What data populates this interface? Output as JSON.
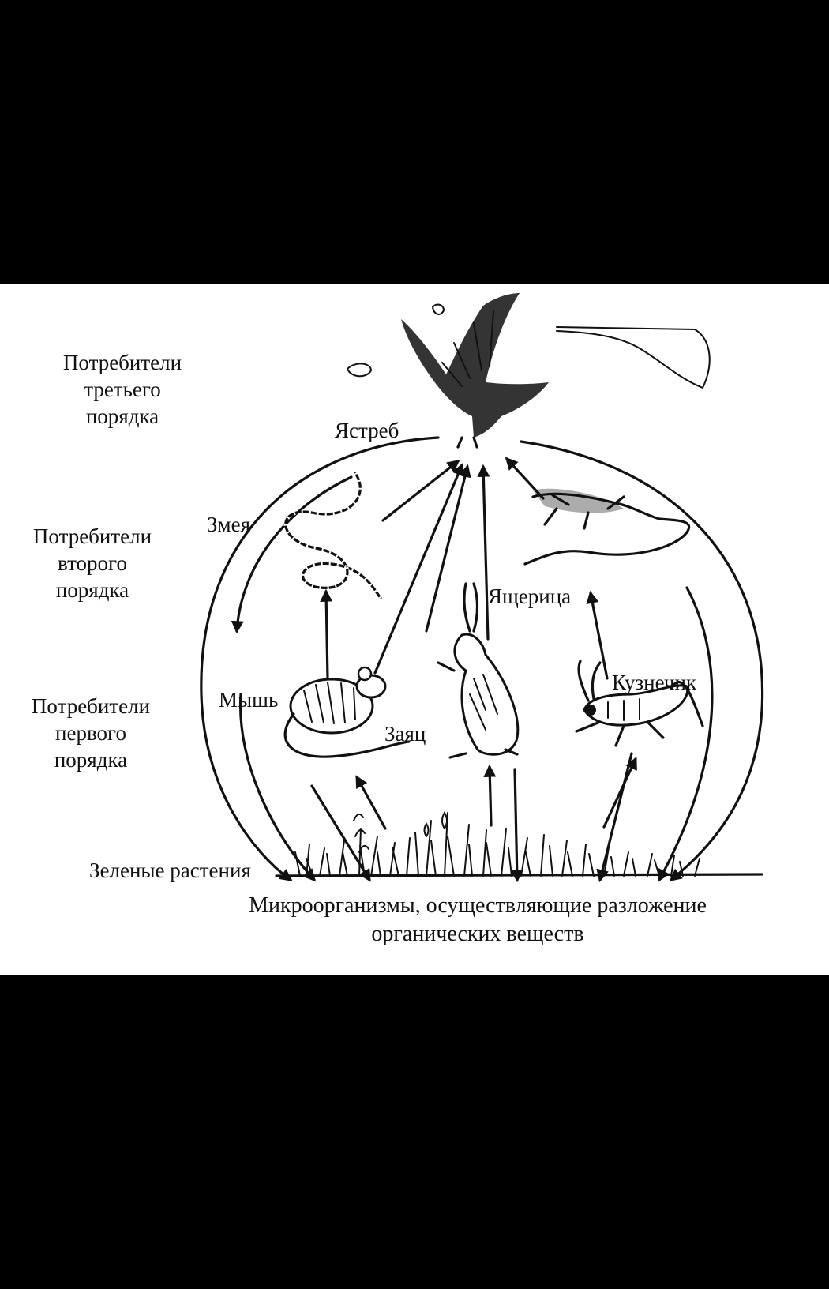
{
  "levels": {
    "third": [
      "Потребители",
      "третьего",
      "порядка"
    ],
    "second": [
      "Потребители",
      "второго",
      "порядка"
    ],
    "first": [
      "Потребители",
      "первого",
      "порядка"
    ]
  },
  "animals": {
    "hawk": "Ястреб",
    "snake": "Змея",
    "lizard": "Ящерица",
    "mouse": "Мышь",
    "hare": "Заяц",
    "grasshopper": "Кузнечик"
  },
  "producers": "Зеленые растения",
  "decomposers": [
    "Микроорганизмы, осуществляющие разложение",
    "органических веществ"
  ],
  "colors": {
    "background": "#000000",
    "panel": "#ffffff",
    "ink": "#111111"
  }
}
